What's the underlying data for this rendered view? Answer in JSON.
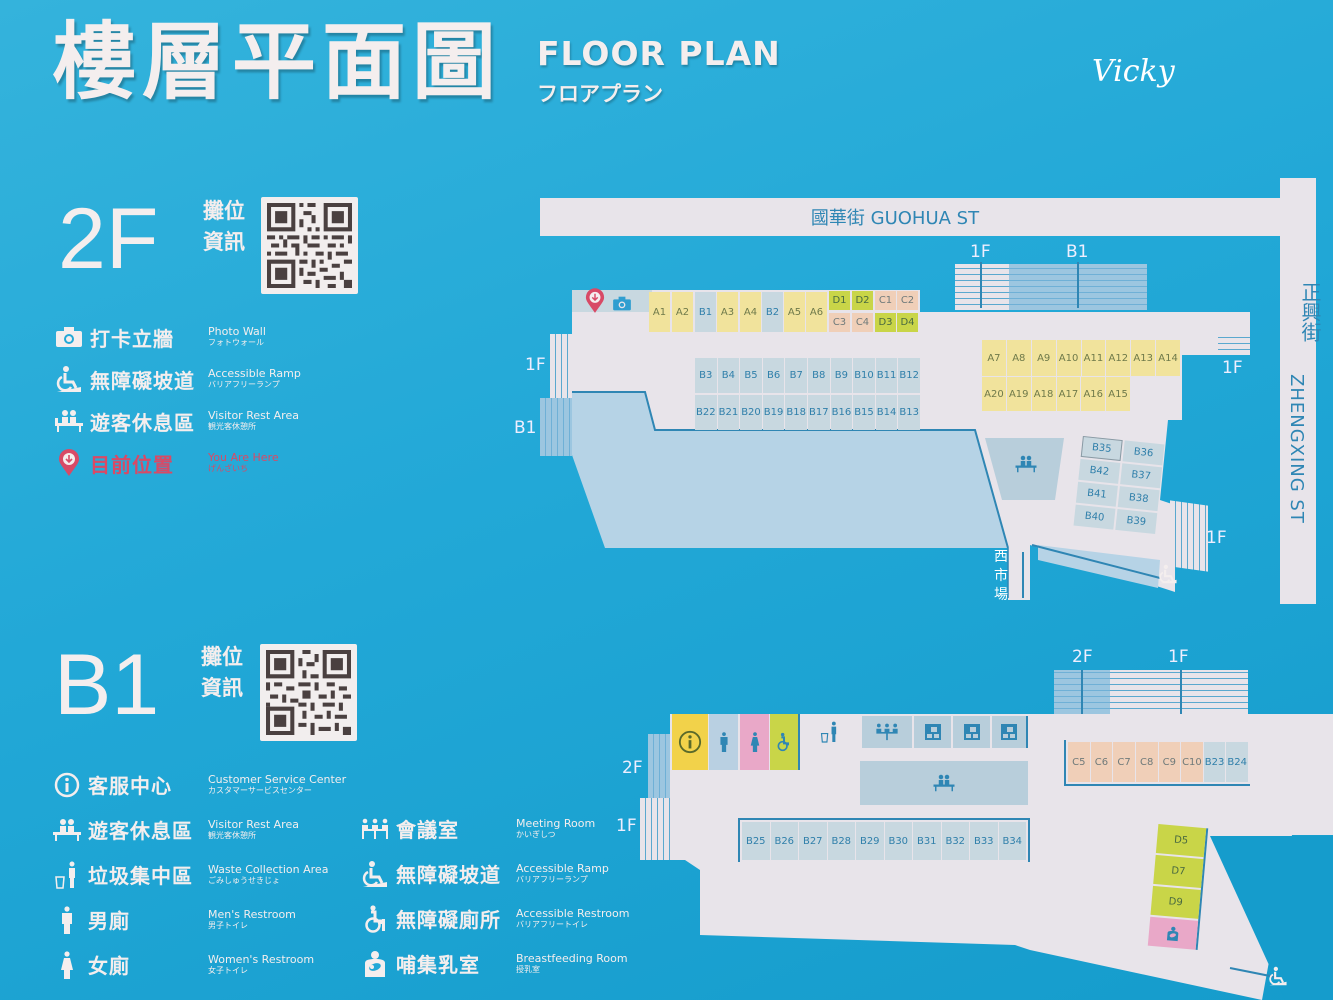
{
  "header": {
    "title_cn": "樓層平面圖",
    "title_en": "FLOOR PLAN",
    "title_jp": "フロアプラン",
    "watermark": "Vicky"
  },
  "floor_2f": {
    "label": "2F",
    "booth_info_line1": "攤位",
    "booth_info_line2": "資訊",
    "legend": [
      {
        "icon": "camera-icon",
        "cn": "打卡立牆",
        "en": "Photo Wall",
        "jp": "フォトウォール"
      },
      {
        "icon": "wheelchair-ramp-icon",
        "cn": "無障礙坡道",
        "en": "Accessible Ramp",
        "jp": "バリアフリーランプ"
      },
      {
        "icon": "rest-area-icon",
        "cn": "遊客休息區",
        "en": "Visitor Rest Area",
        "jp": "観光客休憩所"
      },
      {
        "icon": "location-pin-icon",
        "cn": "目前位置",
        "en": "You Are Here",
        "jp": "げんざいち"
      }
    ],
    "map": {
      "street_top": "國華街  GUOHUA ST",
      "street_right_cn": "正興街",
      "street_right_en": "ZHENGXING ST",
      "exit_bottom": "西市場",
      "floor_tags": {
        "left_1f": "1F",
        "left_b1": "B1",
        "top_1f": "1F",
        "top_b1": "B1",
        "right_1f_top": "1F",
        "right_1f_bottom": "1F"
      },
      "row_top": [
        {
          "id": "A1",
          "type": "a"
        },
        {
          "id": "A2",
          "type": "a"
        },
        {
          "id": "B1",
          "type": "b"
        },
        {
          "id": "A3",
          "type": "a"
        },
        {
          "id": "A4",
          "type": "a"
        },
        {
          "id": "B2",
          "type": "b"
        },
        {
          "id": "A5",
          "type": "a"
        },
        {
          "id": "A6",
          "type": "a"
        }
      ],
      "grid_cd_top": [
        {
          "id": "D1",
          "type": "d"
        },
        {
          "id": "D2",
          "type": "d"
        },
        {
          "id": "C1",
          "type": "c"
        },
        {
          "id": "C2",
          "type": "c"
        }
      ],
      "grid_cd_bottom": [
        {
          "id": "C3",
          "type": "c"
        },
        {
          "id": "C4",
          "type": "c"
        },
        {
          "id": "D3",
          "type": "d"
        },
        {
          "id": "D4",
          "type": "d"
        }
      ],
      "b_row1": [
        "B3",
        "B4",
        "B5",
        "B6",
        "B7",
        "B8",
        "B9",
        "B10",
        "B11",
        "B12"
      ],
      "b_row2": [
        "B22",
        "B21",
        "B20",
        "B19",
        "B18",
        "B17",
        "B16",
        "B15",
        "B14",
        "B13"
      ],
      "a_row1": [
        "A7",
        "A8",
        "A9",
        "A10",
        "A11",
        "A12",
        "A13",
        "A14"
      ],
      "a_row2": [
        "A20",
        "A19",
        "A18",
        "A17",
        "A16",
        "A15"
      ],
      "b_cluster_left": [
        "B35",
        "B42",
        "B41",
        "B40"
      ],
      "b_cluster_right": [
        "B36",
        "B37",
        "B38",
        "B39"
      ]
    }
  },
  "floor_b1": {
    "label": "B1",
    "booth_info_line1": "攤位",
    "booth_info_line2": "資訊",
    "legend_left": [
      {
        "icon": "info-icon",
        "cn": "客服中心",
        "en": "Customer Service Center",
        "jp": "カスタマーサービスセンター"
      },
      {
        "icon": "rest-area-icon",
        "cn": "遊客休息區",
        "en": "Visitor Rest Area",
        "jp": "観光客休憩所"
      },
      {
        "icon": "trash-icon",
        "cn": "垃圾集中區",
        "en": "Waste Collection Area",
        "jp": "ごみしゅうせきじょ"
      },
      {
        "icon": "male-icon",
        "cn": "男廁",
        "en": "Men's Restroom",
        "jp": "男子トイレ"
      },
      {
        "icon": "female-icon",
        "cn": "女廁",
        "en": "Women's Restroom",
        "jp": "女子トイレ"
      }
    ],
    "legend_right": [
      {
        "icon": "meeting-room-icon",
        "cn": "會議室",
        "en": "Meeting Room",
        "jp": "かいぎしつ"
      },
      {
        "icon": "wheelchair-ramp-icon",
        "cn": "無障礙坡道",
        "en": "Accessible Ramp",
        "jp": "バリアフリーランプ"
      },
      {
        "icon": "accessible-restroom-icon",
        "cn": "無障礙廁所",
        "en": "Accessible Restroom",
        "jp": "バリアフリートイレ"
      },
      {
        "icon": "breastfeeding-icon",
        "cn": "哺集乳室",
        "en": "Breastfeeding Room",
        "jp": "授乳室"
      }
    ],
    "map": {
      "floor_tags": {
        "left_2f": "2F",
        "left_1f": "1F",
        "top_2f": "2F",
        "top_1f": "1F"
      },
      "c_row": [
        {
          "id": "C5",
          "type": "c"
        },
        {
          "id": "C6",
          "type": "c"
        },
        {
          "id": "C7",
          "type": "c"
        },
        {
          "id": "C8",
          "type": "c"
        },
        {
          "id": "C9",
          "type": "c"
        },
        {
          "id": "C10",
          "type": "c"
        },
        {
          "id": "B23",
          "type": "b"
        },
        {
          "id": "B24",
          "type": "b"
        }
      ],
      "b_row": [
        "B25",
        "B26",
        "B27",
        "B28",
        "B29",
        "B30",
        "B31",
        "B32",
        "B33",
        "B34"
      ],
      "d_column": [
        "D5",
        "D7",
        "D9"
      ]
    }
  },
  "colors": {
    "background": "#22a8d7",
    "floor": "#e8e4ea",
    "booth_a": "#f1e39c",
    "booth_b": "#c8d8e0",
    "booth_c": "#f0cfb8",
    "booth_d": "#c9d548",
    "you_are_here": "#d84a66",
    "info_yellow": "#f2d24a",
    "female_pink": "#e9a8c8",
    "accent_blue": "#2f86b4"
  }
}
